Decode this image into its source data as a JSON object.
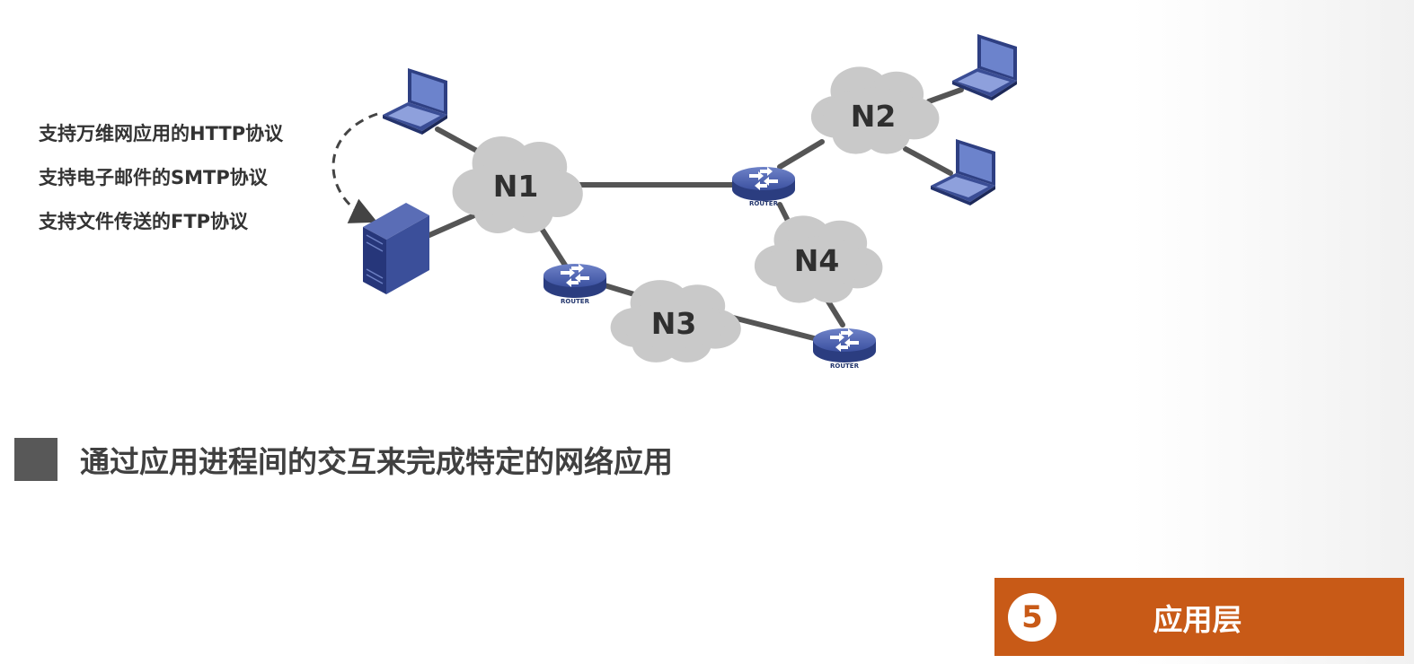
{
  "protocols": [
    "支持万维网应用的HTTP协议",
    "支持电子邮件的SMTP协议",
    "支持文件传送的FTP协议"
  ],
  "networks": [
    "N1",
    "N2",
    "N3",
    "N4"
  ],
  "router_label": "ROUTER",
  "heading": "通过应用进程间的交互来完成特定的网络应用",
  "layer": {
    "number": "5",
    "title": "应用层"
  },
  "colors": {
    "accent": "#c85a17",
    "cloud": "#c9c9c9",
    "link": "#555555",
    "device": "#3b4f9a"
  }
}
